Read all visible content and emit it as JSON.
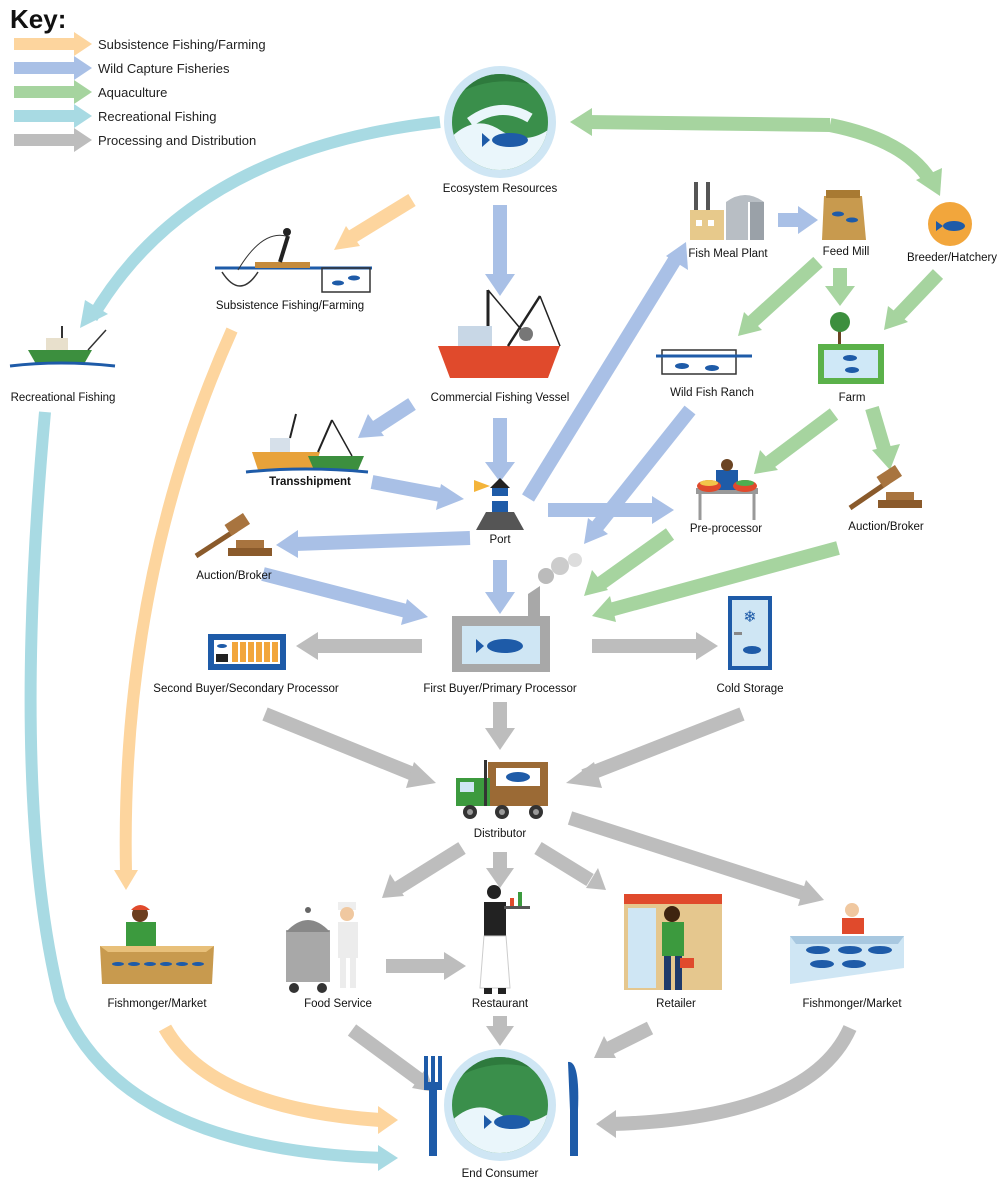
{
  "key": {
    "title": "Key:",
    "items": [
      {
        "label": "Subsistence Fishing/Farming",
        "color": "#FDD59E"
      },
      {
        "label": "Wild Capture Fisheries",
        "color": "#A9C0E6"
      },
      {
        "label": "Aquaculture",
        "color": "#A6D49F"
      },
      {
        "label": "Recreational Fishing",
        "color": "#A8DAE3"
      },
      {
        "label": "Processing and Distribution",
        "color": "#BDBDBD"
      }
    ]
  },
  "nodes": {
    "ecosystem_resources": "Ecosystem Resources",
    "subsistence": "Subsistence Fishing/Farming",
    "recreational": "Recreational Fishing",
    "commercial_vessel": "Commercial Fishing Vessel",
    "transshipment": "Transshipment",
    "port": "Port",
    "auction_left": "Auction/Broker",
    "fish_meal_plant": "Fish Meal Plant",
    "feed_mill": "Feed Mill",
    "breeder_hatchery": "Breeder/Hatchery",
    "wild_fish_ranch": "Wild Fish Ranch",
    "farm": "Farm",
    "pre_processor": "Pre-processor",
    "auction_right": "Auction/Broker",
    "second_buyer": "Second Buyer/Secondary Processor",
    "first_buyer": "First Buyer/Primary Processor",
    "cold_storage": "Cold Storage",
    "distributor": "Distributor",
    "fishmonger_left": "Fishmonger/Market",
    "food_service": "Food Service",
    "restaurant": "Restaurant",
    "retailer": "Retailer",
    "fishmonger_right": "Fishmonger/Market",
    "end_consumer": "End Consumer"
  }
}
